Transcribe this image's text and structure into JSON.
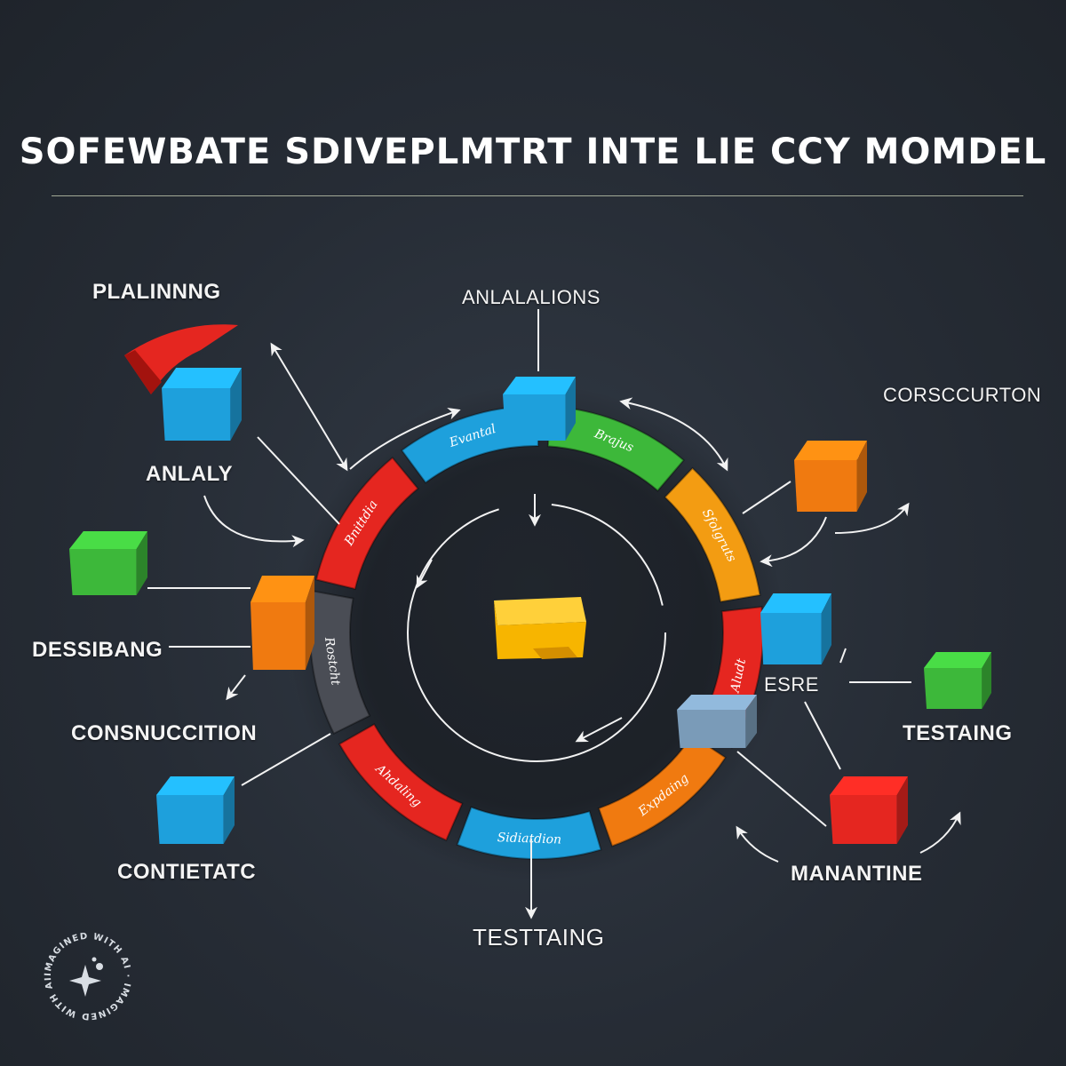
{
  "title": "SOFEWBATE SDIVEPLMTRT INTE LIE CCY MOMDEL",
  "labels": {
    "planning": "PLALINNNG",
    "analaly": "ANLALY",
    "desig": "DESSIBANG",
    "consuction": "CONSNUCCITION",
    "contitat": "CONTIETATC",
    "analations": "ANLALALIONS",
    "corsccurton": "CORSCCURTON",
    "esre": "ESRE",
    "testaing_right": "TESTAING",
    "manantine": "MANANTINE",
    "testaing_bottom": "TESTTAING"
  },
  "ring_segments": [
    {
      "label": "Evantal",
      "color": "#1ea0dc"
    },
    {
      "label": "Brajus",
      "color": "#3db83a"
    },
    {
      "label": "Sfolgruts",
      "color": "#f39c12"
    },
    {
      "label": "Aludt",
      "color": "#e52620"
    },
    {
      "label": "Expdaing",
      "color": "#f07a10"
    },
    {
      "label": "Sidiatdion",
      "color": "#1ea0dc"
    },
    {
      "label": "Ahdaling",
      "color": "#e52620"
    },
    {
      "label": "Rostcht",
      "color": "#4a4d55"
    },
    {
      "label": "Bnittdia",
      "color": "#e52620"
    }
  ],
  "colors": {
    "background": "#262c35",
    "blue": "#1ea0dc",
    "green": "#3db83a",
    "orange": "#f07a10",
    "red": "#e52620",
    "yellow": "#f7b500",
    "gray": "#4a4d55"
  },
  "badge_text": "IMAGINED WITH AI · IMAGINED WITH AI ·"
}
